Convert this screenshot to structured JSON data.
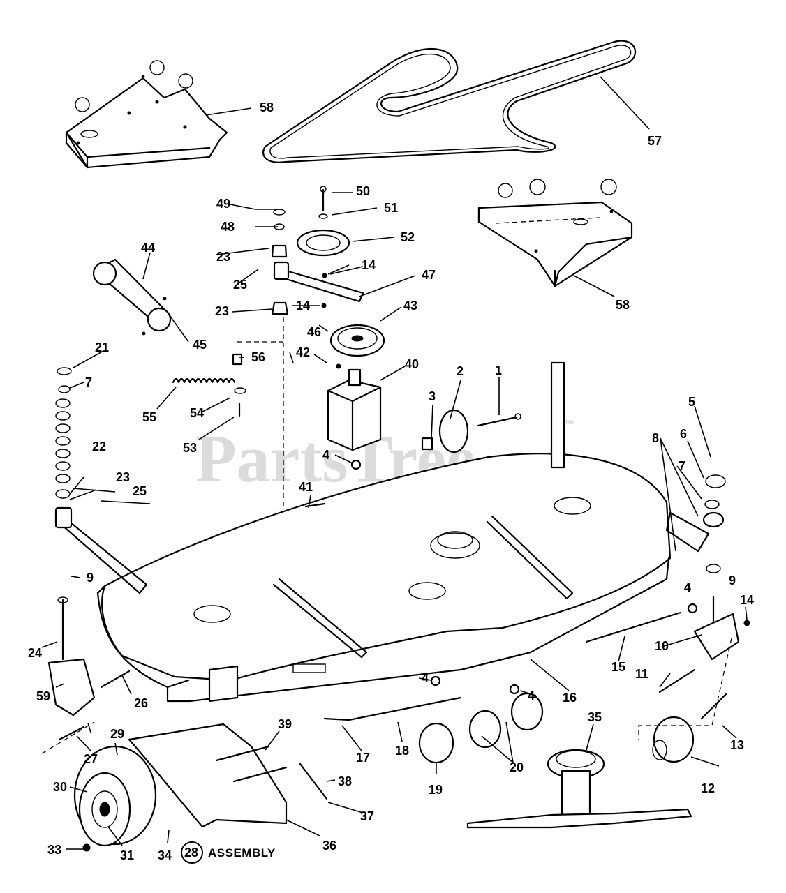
{
  "watermark": {
    "text": "PartsTree",
    "trademark": "™"
  },
  "assembly_note": {
    "number": "28",
    "label": "ASSEMBLY"
  },
  "callouts": [
    "1",
    "2",
    "3",
    "4",
    "4",
    "4",
    "4",
    "5",
    "6",
    "7",
    "7",
    "8",
    "9",
    "9",
    "10",
    "11",
    "12",
    "13",
    "14",
    "14",
    "14",
    "15",
    "16",
    "17",
    "18",
    "19",
    "20",
    "21",
    "22",
    "23",
    "23",
    "23",
    "24",
    "25",
    "25",
    "26",
    "27",
    "29",
    "30",
    "31",
    "33",
    "34",
    "35",
    "36",
    "37",
    "38",
    "39",
    "40",
    "41",
    "42",
    "43",
    "44",
    "45",
    "46",
    "47",
    "48",
    "49",
    "50",
    "51",
    "52",
    "53",
    "54",
    "55",
    "56",
    "57",
    "58",
    "58",
    "59"
  ]
}
